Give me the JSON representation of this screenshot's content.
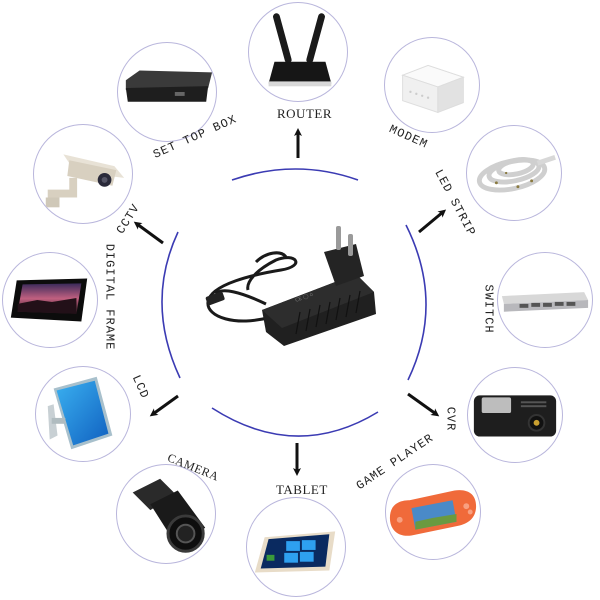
{
  "diagram": {
    "center": {
      "name": "power-adapter",
      "description": "Black wall power adapter with EU plug and DC cable"
    },
    "ring_color": "#3b3bb3",
    "arrow_color": "#111111",
    "devices": [
      {
        "id": "router",
        "label": "ROUTER"
      },
      {
        "id": "modem",
        "label": "MODEM"
      },
      {
        "id": "led-strip",
        "label": "LED STRIP"
      },
      {
        "id": "switch",
        "label": "SWITCH"
      },
      {
        "id": "cvr",
        "label": "CVR"
      },
      {
        "id": "game-player",
        "label": "GAME PLAYER"
      },
      {
        "id": "tablet",
        "label": "TABLET"
      },
      {
        "id": "camera",
        "label": "CAMERA"
      },
      {
        "id": "lcd",
        "label": "LCD"
      },
      {
        "id": "digital-frame",
        "label": "DIGITAL FRAME"
      },
      {
        "id": "cctv",
        "label": "CCTV"
      },
      {
        "id": "set-top-box",
        "label": "SET TOP BOX"
      }
    ]
  }
}
